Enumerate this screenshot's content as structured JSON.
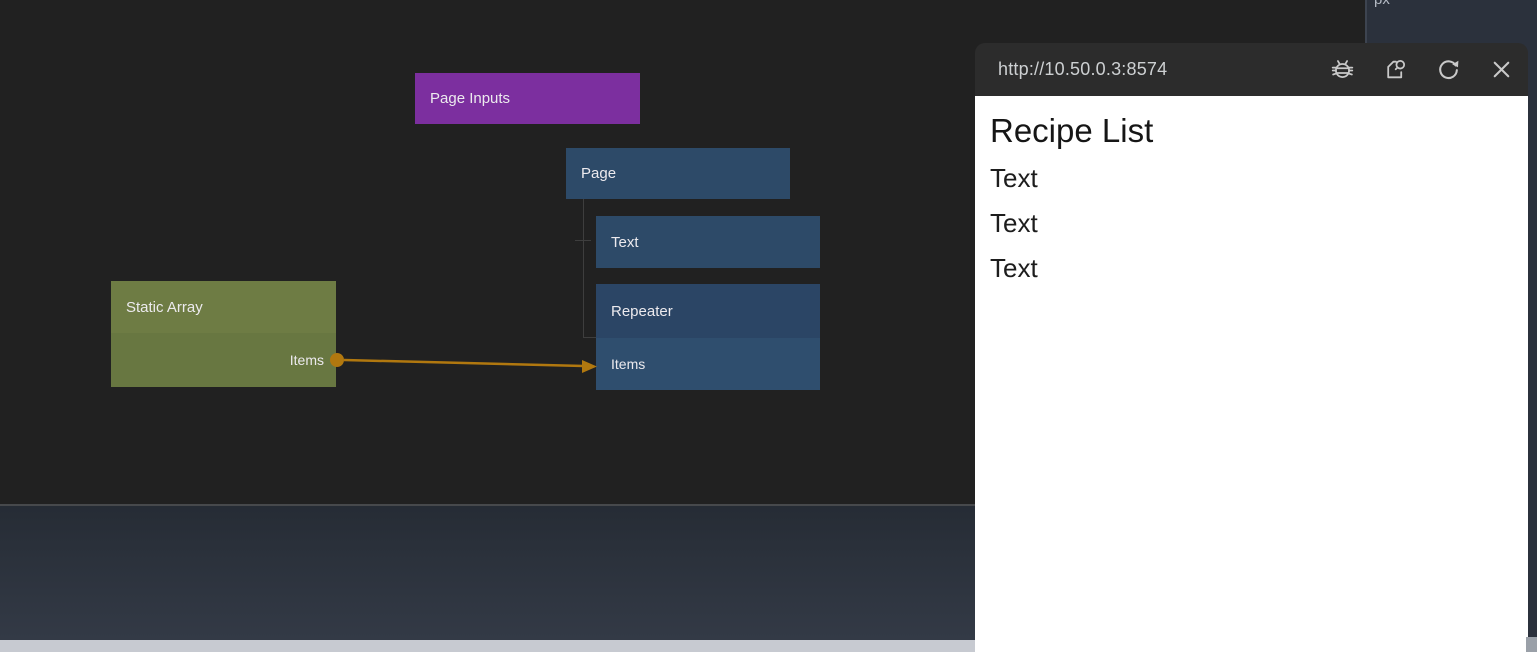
{
  "canvas": {
    "nodes": {
      "page_inputs": {
        "label": "Page Inputs"
      },
      "page": {
        "label": "Page"
      },
      "text": {
        "label": "Text"
      },
      "repeater": {
        "label": "Repeater",
        "port": "Items"
      },
      "static_array": {
        "label": "Static Array",
        "port": "Items"
      }
    },
    "connection_color": "#b1780f"
  },
  "browser": {
    "url": "http://10.50.0.3:8574",
    "toolbar_icons": [
      "debug-icon",
      "inspect-icon",
      "refresh-icon",
      "close-icon"
    ],
    "page": {
      "title": "Recipe List",
      "items": [
        "Text",
        "Text",
        "Text"
      ]
    }
  },
  "side_panel": {
    "label_partial": "px"
  },
  "colors": {
    "node_purple": "#7c2f9f",
    "node_blue": "#2d4a68",
    "node_blue_row": "#2f4e6e",
    "node_green": "#6e7c44",
    "node_green_row": "#687741",
    "connection_orange": "#b1780f",
    "canvas_bg": "#212121",
    "toolbar_bg": "#2c2c2c",
    "right_panel_bg": "#2b313c",
    "bottom_panel_top": "#262c35",
    "bottom_panel_bottom": "#333a46",
    "bottom_strip": "#c7cad1"
  }
}
